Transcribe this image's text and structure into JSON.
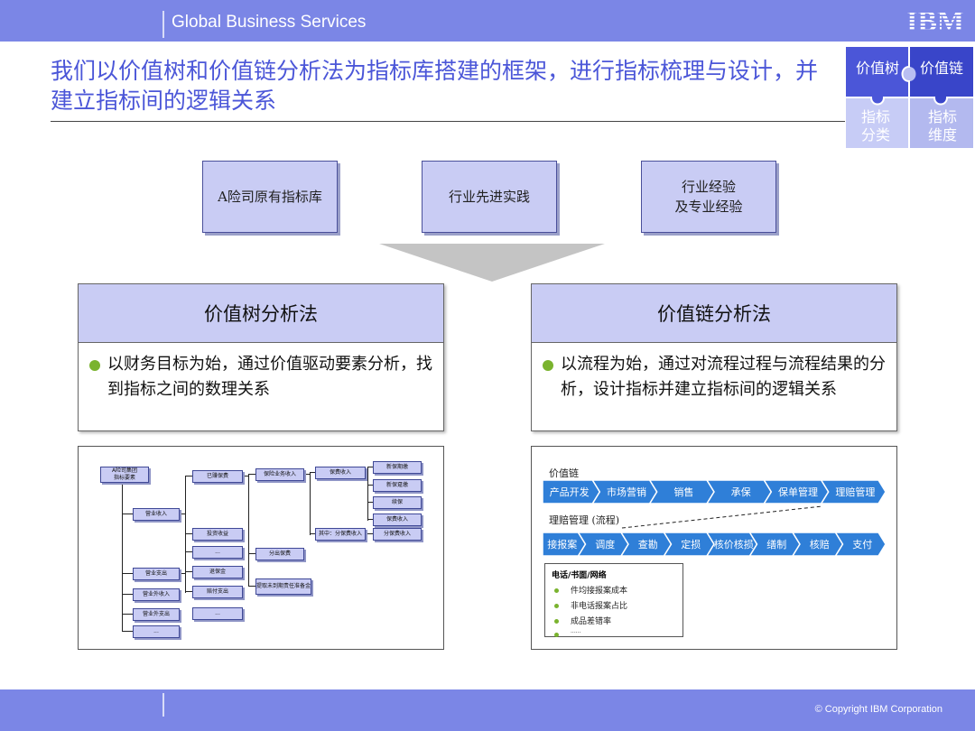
{
  "header": {
    "brand": "Global Business Services",
    "logo": "IBM"
  },
  "title": "我们以价值树和价值链分析法为指标库搭建的框架，进行指标梳理与设计，并建立指标间的逻辑关系",
  "puzzle": {
    "pieces": [
      "价值树",
      "价值链",
      "指标分类",
      "指标维度"
    ]
  },
  "sources": [
    "A险司原有指标库",
    "行业先进实践",
    "行业经验\n及专业经验"
  ],
  "methods": [
    {
      "title": "价值树分析法",
      "text": "以财务目标为始，通过价值驱动要素分析，找到指标之间的数理关系"
    },
    {
      "title": "价值链分析法",
      "text": "以流程为始，通过对流程过程与流程结果的分析，设计指标并建立指标间的逻辑关系"
    }
  ],
  "value_tree": {
    "root": "A险司集团\n指标要素",
    "col1": [
      "营业收入",
      "营业支出",
      "营业外收入",
      "营业外支出",
      "..."
    ],
    "col2": [
      "已赚保费",
      "投资收益",
      "...",
      "退保金",
      "赔付支出",
      "..."
    ],
    "col3": [
      "保险业务收入",
      "分出保费",
      "提取未到期责任准备金"
    ],
    "col4": [
      "保费收入",
      "其中：分保费收入"
    ],
    "col5": [
      "新保期缴",
      "新保趸缴",
      "续保",
      "保费收入",
      "分保费收入"
    ]
  },
  "value_chain": {
    "label_chain": "价值链",
    "chain": [
      "产品开发",
      "市场营销",
      "销售",
      "承保",
      "保单管理",
      "理赔管理"
    ],
    "label_process": "理赔管理 (流程)",
    "process": [
      "接报案",
      "调度",
      "查勘",
      "定损",
      "核价核损",
      "缮制",
      "核赔",
      "支付"
    ],
    "kpi_title": "电话/书面/网络",
    "kpi_items": [
      "件均接报案成本",
      "非电话报案占比",
      "成品差错率",
      "......"
    ]
  },
  "footer": {
    "copyright": "© Copyright IBM Corporation"
  },
  "colors": {
    "bar": "#7b86e6",
    "box": "#c9ccf4",
    "accent": "#4b56d8",
    "chevron": "#2f7fd8",
    "bullet": "#7ab32e"
  }
}
